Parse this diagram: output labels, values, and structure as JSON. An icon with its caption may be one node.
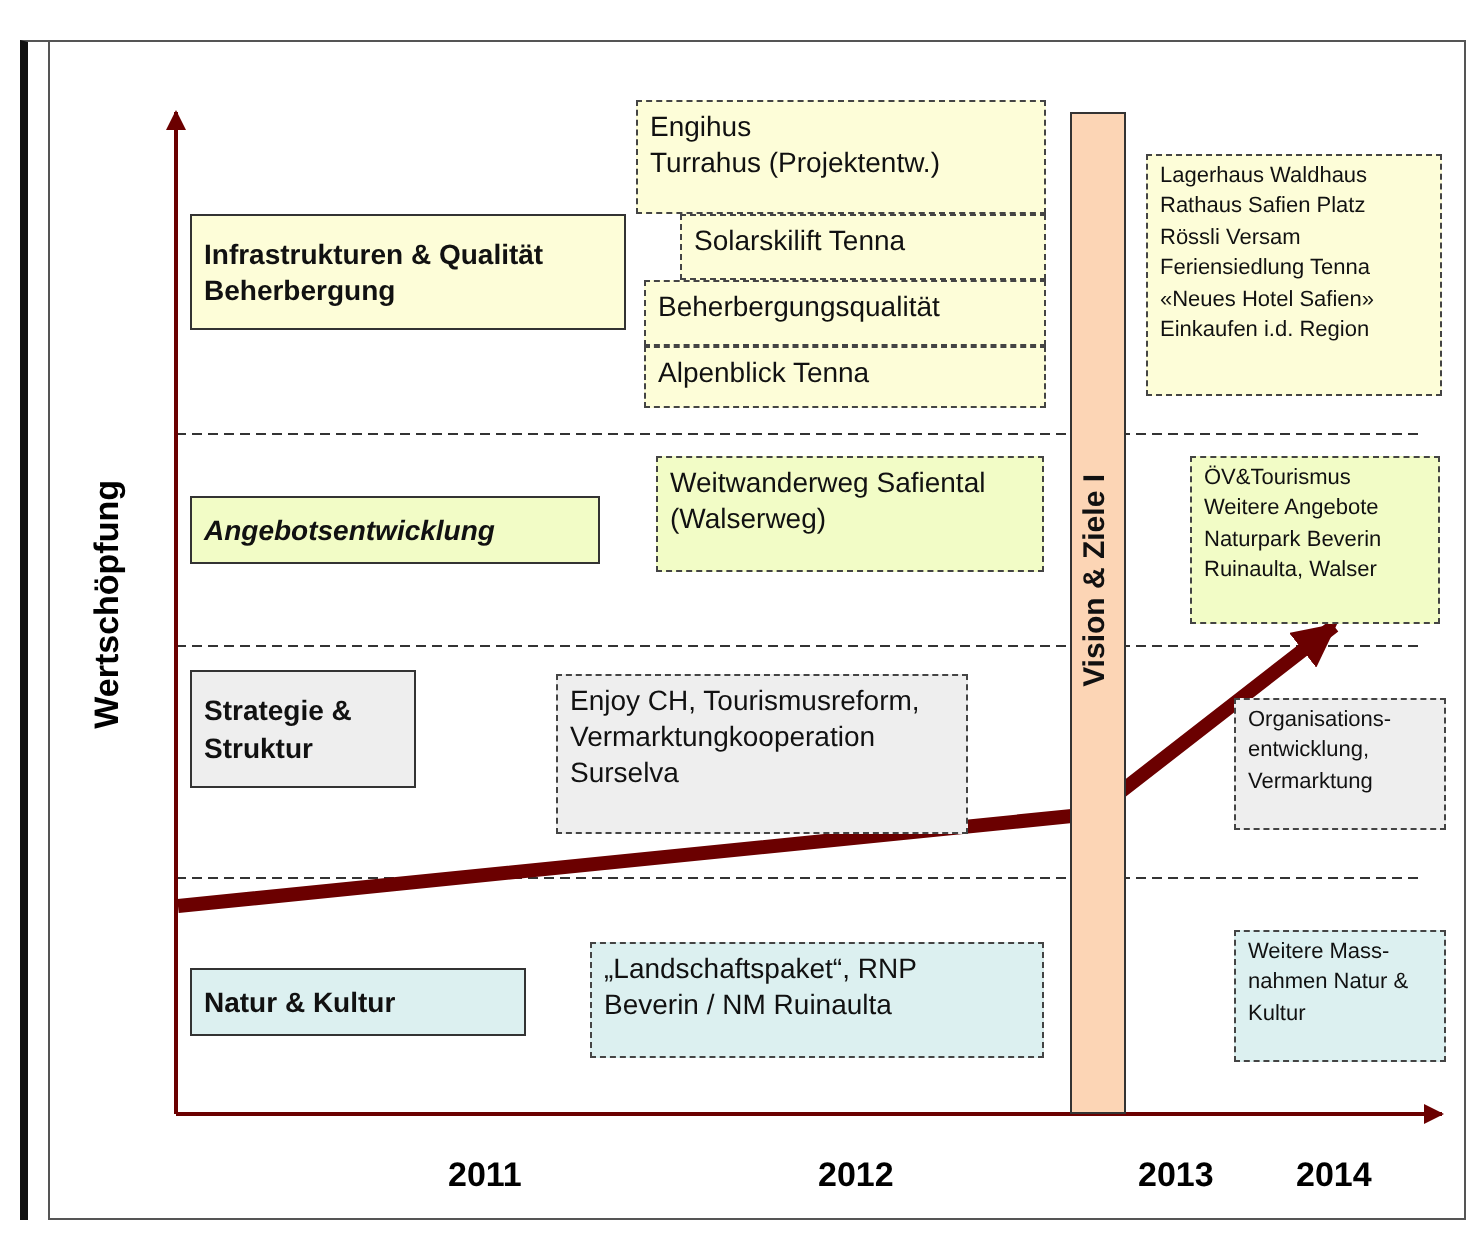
{
  "diagram": {
    "nodes": [
      {
        "text": [
          "Infrastrukturen & Qualität Beherbergung"
        ]
      },
      {
        "text": [
          "Engihus",
          "Turrahus (Projektentw.)"
        ]
      },
      {
        "text": [
          "Solarskilift Tenna"
        ]
      },
      {
        "text": [
          "Beherbergungsqualität"
        ]
      },
      {
        "text": [
          "Alpenblick Tenna"
        ]
      },
      {
        "text": [
          "Vision & Ziele I"
        ]
      },
      {
        "text": [
          "Lagerhaus Waldhaus Rathaus Safien Platz Rössli Versam Feriensiedlung Tenna «Neues Hotel Safien» Einkaufen i.d. Region"
        ]
      },
      {
        "text": [
          "Angebotsentwicklung"
        ]
      },
      {
        "text": [
          "Weitwanderweg Safiental (Walserweg)"
        ]
      },
      {
        "text": [
          "ÖV&Tourismus Weitere Angebote Naturpark Beverin Ruinaulta, Walser"
        ]
      },
      {
        "text": [
          "Strategie & Struktur"
        ]
      },
      {
        "text": [
          "Enjoy CH, Tourismusreform, Vermarktungkooperation Surselva"
        ]
      },
      {
        "text": [
          "Organisations- entwicklung, Vermarktung"
        ]
      },
      {
        "text": [
          "Natur & Kultur"
        ]
      },
      {
        "text": [
          "„Landschaftspaket“, RNP Beverin / NM Ruinaulta"
        ]
      },
      {
        "text": [
          "Weitere Mass- nahmen Natur & Kultur"
        ]
      }
    ],
    "edges": [
      {
        "from": null,
        "to": 9,
        "arrow": "to"
      }
    ],
    "labels": [
      "Wertschöpfung",
      "2011",
      "2012",
      "2013",
      "2014"
    ]
  }
}
